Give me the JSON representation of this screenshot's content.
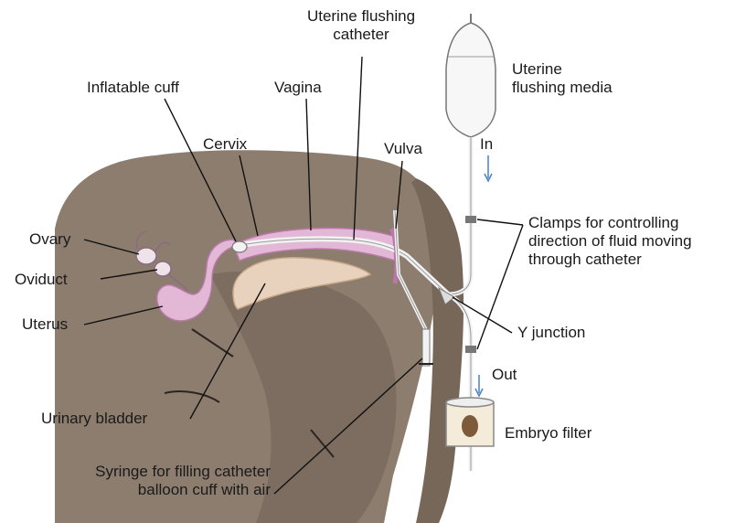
{
  "labels": {
    "uterine_flushing_catheter_1": "Uterine flushing",
    "uterine_flushing_catheter_2": "catheter",
    "inflatable_cuff": "Inflatable cuff",
    "vagina": "Vagina",
    "cervix": "Cervix",
    "vulva": "Vulva",
    "uterine_flushing_media_1": "Uterine",
    "uterine_flushing_media_2": "flushing media",
    "in": "In",
    "out": "Out",
    "clamps_1": "Clamps for controlling",
    "clamps_2": "direction of fluid moving",
    "clamps_3": "through catheter",
    "ovary": "Ovary",
    "oviduct": "Oviduct",
    "uterus": "Uterus",
    "y_junction": "Y junction",
    "urinary_bladder": "Urinary bladder",
    "embryo_filter": "Embryo filter",
    "syringe_1": "Syringe for filling catheter",
    "syringe_2": "balloon cuff with air"
  },
  "colors": {
    "body": "#8d7d6f",
    "body_shadow": "#6f6054",
    "tract": "#e3b8d6",
    "tract_dark": "#b978a8",
    "bladder": "#e9d2bd",
    "tubing": "#f2f2f2",
    "leader": "#111111",
    "arrow": "#4a7fc4"
  }
}
